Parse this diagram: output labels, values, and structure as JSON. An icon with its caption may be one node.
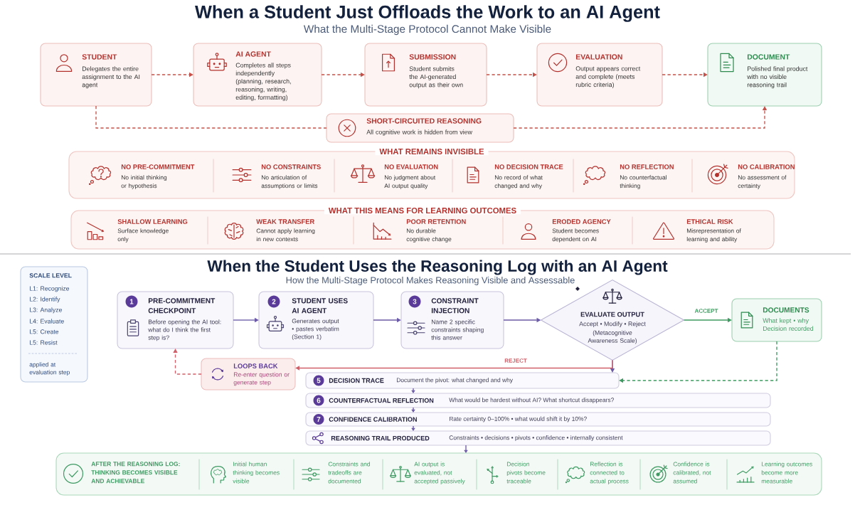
{
  "diagram": {
    "title": "When a Student Just Offloads the Work to an AI Agent",
    "nodes": [
      {
        "text": [
          "STUDENT",
          "Delegates the entire assignment to the AI agent"
        ]
      },
      {
        "text": [
          "AI AGENT",
          "Completes all steps independently (planning, research, reasoning, writing, editing, formatting)"
        ]
      },
      {
        "text": [
          "SUBMISSION",
          "Student submits the AI-generated output as their own"
        ]
      },
      {
        "text": [
          "EVALUATION",
          "Output appears correct and complete (meets rubric criteria)"
        ]
      },
      {
        "text": [
          "DOCUMENT",
          "Polished final product with no visible reasoning trail"
        ]
      },
      {
        "text": [
          "SHORT-CIRCUITED REASONING",
          "All cognitive work is hidden from view"
        ]
      },
      {
        "text": [
          "WHAT REMAINS INVISIBLE"
        ]
      },
      {
        "text": [
          "NO PRE-COMMITMENT",
          "No initial thinking or hypothesis"
        ],
        "in": 6
      },
      {
        "text": [
          "NO CONSTRAINTS",
          "No articulation of assumptions or limits"
        ],
        "in": 6
      },
      {
        "text": [
          "NO EVALUATION",
          "No judgment about AI output quality"
        ],
        "in": 6
      },
      {
        "text": [
          "NO DECISION TRACE",
          "No record of what changed and why"
        ],
        "in": 6
      },
      {
        "text": [
          "NO REFLECTION",
          "No counterfactual thinking"
        ],
        "in": 6
      },
      {
        "text": [
          "NO CALIBRATION",
          "No assessment of certainty"
        ],
        "in": 6
      },
      {
        "text": [
          "WHAT THIS MEANS FOR LEARNING OUTCOMES"
        ]
      },
      {
        "text": [
          "SHALLOW LEARNING",
          "Surface knowledge only"
        ],
        "in": 13
      },
      {
        "text": [
          "WEAK TRANSFER",
          "Cannot apply learning in new contexts"
        ],
        "in": 13
      },
      {
        "text": [
          "POOR RETENTION",
          "No durable cognitive change"
        ],
        "in": 13
      },
      {
        "text": [
          "ERODED AGENCY",
          "Student becomes dependent on AI"
        ],
        "in": 13
      },
      {
        "text": [
          "ETHICAL RISK",
          "Misrepresentation of learning and ability"
        ],
        "in": 13
      },
      {
        "text": [
          "SCALE LEVEL",
          "L1: Recognize",
          "L2: Identify",
          "L3: Analyze",
          "L4: Evaluate",
          "L5: Create",
          "L5: Resist",
          "applied at evaluation step"
        ]
      },
      {
        "text": [
          "1",
          "PRE-COMMITMENT CHECKPOINT",
          "Before opening the AI tool: what do I think the first step is?"
        ]
      },
      {
        "text": [
          "2",
          "STUDENT USES AI AGENT",
          "Generates output • pastes verbatim (Section 1)"
        ]
      },
      {
        "text": [
          "3",
          "CONSTRAINT INJECTION",
          "Name 2 specific constraints shaping this answer"
        ]
      },
      {
        "text": [
          "EVALUATE OUTPUT",
          "Accept • Modify • Reject",
          "(Metacognitive Awareness Scale)"
        ]
      },
      {
        "text": [
          "DOCUMENTS",
          "What kept • why Decision recorded"
        ]
      },
      {
        "text": [
          "LOOPS BACK",
          "Re-enter question or generate step"
        ]
      },
      {
        "text": [
          "5",
          "DECISION TRACE",
          "Document the pivot: what changed and why"
        ]
      },
      {
        "text": [
          "6",
          "COUNTERFACTUAL REFLECTION",
          "What would be hardest without AI? What shortcut disappears?"
        ]
      },
      {
        "text": [
          "7",
          "CONFIDENCE CALIBRATION",
          "Rate certainty 0–100% • what would shift it by 10%?"
        ]
      },
      {
        "text": [
          "REASONING TRAIL PRODUCED",
          "Constraints • decisions • pivots • confidence • internally consistent"
        ]
      },
      {
        "text": [
          "AFTER THE REASONING LOG: THINKING BECOMES VISIBLE AND ACHIEVABLE"
        ]
      },
      {
        "text": [
          "Initial human thinking becomes visible"
        ],
        "in": 30
      },
      {
        "text": [
          "Constraints and tradeoffs are documented"
        ],
        "in": 30
      },
      {
        "text": [
          "AI output is evaluated, not accepted passively"
        ],
        "in": 30
      },
      {
        "text": [
          "Decision pivots become traceable"
        ],
        "in": 30
      },
      {
        "text": [
          "Reflection is connected to actual process"
        ],
        "in": 30
      },
      {
        "text": [
          "Confidence is calibrated, not assumed"
        ],
        "in": 30
      },
      {
        "text": [
          "Learning outcomes become more measurable"
        ],
        "in": 30
      }
    ],
    "edges": [
      {
        "from": 0,
        "to": 1,
        "arrow": "to",
        "style": "dashed",
        "color": "#c4524a"
      },
      {
        "from": 1,
        "to": 2,
        "arrow": "to",
        "style": "dashed",
        "color": "#c4524a"
      },
      {
        "from": 2,
        "to": 3,
        "arrow": "to",
        "style": "dashed",
        "color": "#c4524a"
      },
      {
        "from": 3,
        "to": 4,
        "arrow": "to",
        "style": "dashed",
        "color": "#c4524a"
      },
      {
        "from": 0,
        "to": 5,
        "arrow": "none",
        "style": "dashed",
        "color": "#c4524a"
      },
      {
        "from": 5,
        "to": 4,
        "arrow": "to",
        "style": "dashed",
        "color": "#c4524a"
      },
      {
        "from": 20,
        "to": 21,
        "arrow": "to"
      },
      {
        "from": 21,
        "to": 22,
        "arrow": "to"
      },
      {
        "from": 22,
        "to": 23,
        "arrow": "to"
      },
      {
        "from": 23,
        "to": 24,
        "arrow": "to",
        "label": "ACCEPT",
        "color": "#3c9a5f"
      },
      {
        "from": 23,
        "to": 26,
        "arrow": "to"
      },
      {
        "from": 23,
        "to": 25,
        "arrow": "to",
        "label": "REJECT",
        "color": "#d0606a"
      },
      {
        "from": 25,
        "to": 20,
        "arrow": "to",
        "style": "dashed",
        "color": "#d0606a"
      },
      {
        "from": 24,
        "to": 26,
        "arrow": "to",
        "style": "dashed",
        "color": "#3c9a5f"
      },
      {
        "from": 26,
        "to": 27,
        "arrow": "to"
      },
      {
        "from": 27,
        "to": 28,
        "arrow": "to"
      },
      {
        "from": 28,
        "to": 29,
        "arrow": "to"
      },
      {
        "from": 29,
        "to": 30,
        "arrow": "to"
      }
    ],
    "labels": [
      "What the Multi-Stage Protocol Cannot Make Visible",
      "When the Student Uses the Reasoning Log with an AI Agent",
      "How the Multi-Stage Protocol Makes Reasoning Visible and Assessable"
    ]
  }
}
